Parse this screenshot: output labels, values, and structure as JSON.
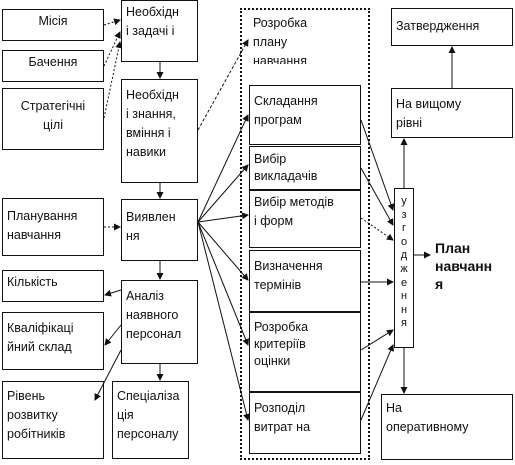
{
  "boxes": {
    "mission": "Місія",
    "vision": "Бачення",
    "strategic_goals": "Стратегічні\nцілі",
    "necessary_tasks": "Необхідн\nі задачі і",
    "necessary_knowledge": "Необхідн\nі знання,\nвміння і\nнавики",
    "training_planning": "Планування\nнавчання",
    "identification": "Виявлен\nня",
    "quantity": "Кількість",
    "qualification": "Кваліфікаці\nйний склад",
    "development_level": "Рівень\nрозвитку\nробітників",
    "staff_analysis": "Аналіз\nнаявного\nперсонал",
    "specialization": "Спеціаліза\nція\nперсоналу",
    "plan_development": "Розробка\nплану\nнавчання",
    "program_compilation": "Складання\nпрограм",
    "teacher_selection": "Вибір\nвикладачів",
    "method_selection": "Вибір методів\nі форм",
    "term_definition": "Визначення\nтермінів",
    "criteria_development": "Розробка\nкритеріїв\nоцінки",
    "cost_distribution": "Розподіл\nвитрат на",
    "approval": "Затвердження",
    "higher_level": "На вищому\nрівні",
    "coordination_letters": [
      "у",
      "з",
      "г",
      "о",
      "д",
      "ж",
      "е",
      "н",
      "н",
      "я"
    ],
    "training_plan": "План\nнавчанн\nя",
    "operational_level": "На\nоперативному"
  }
}
